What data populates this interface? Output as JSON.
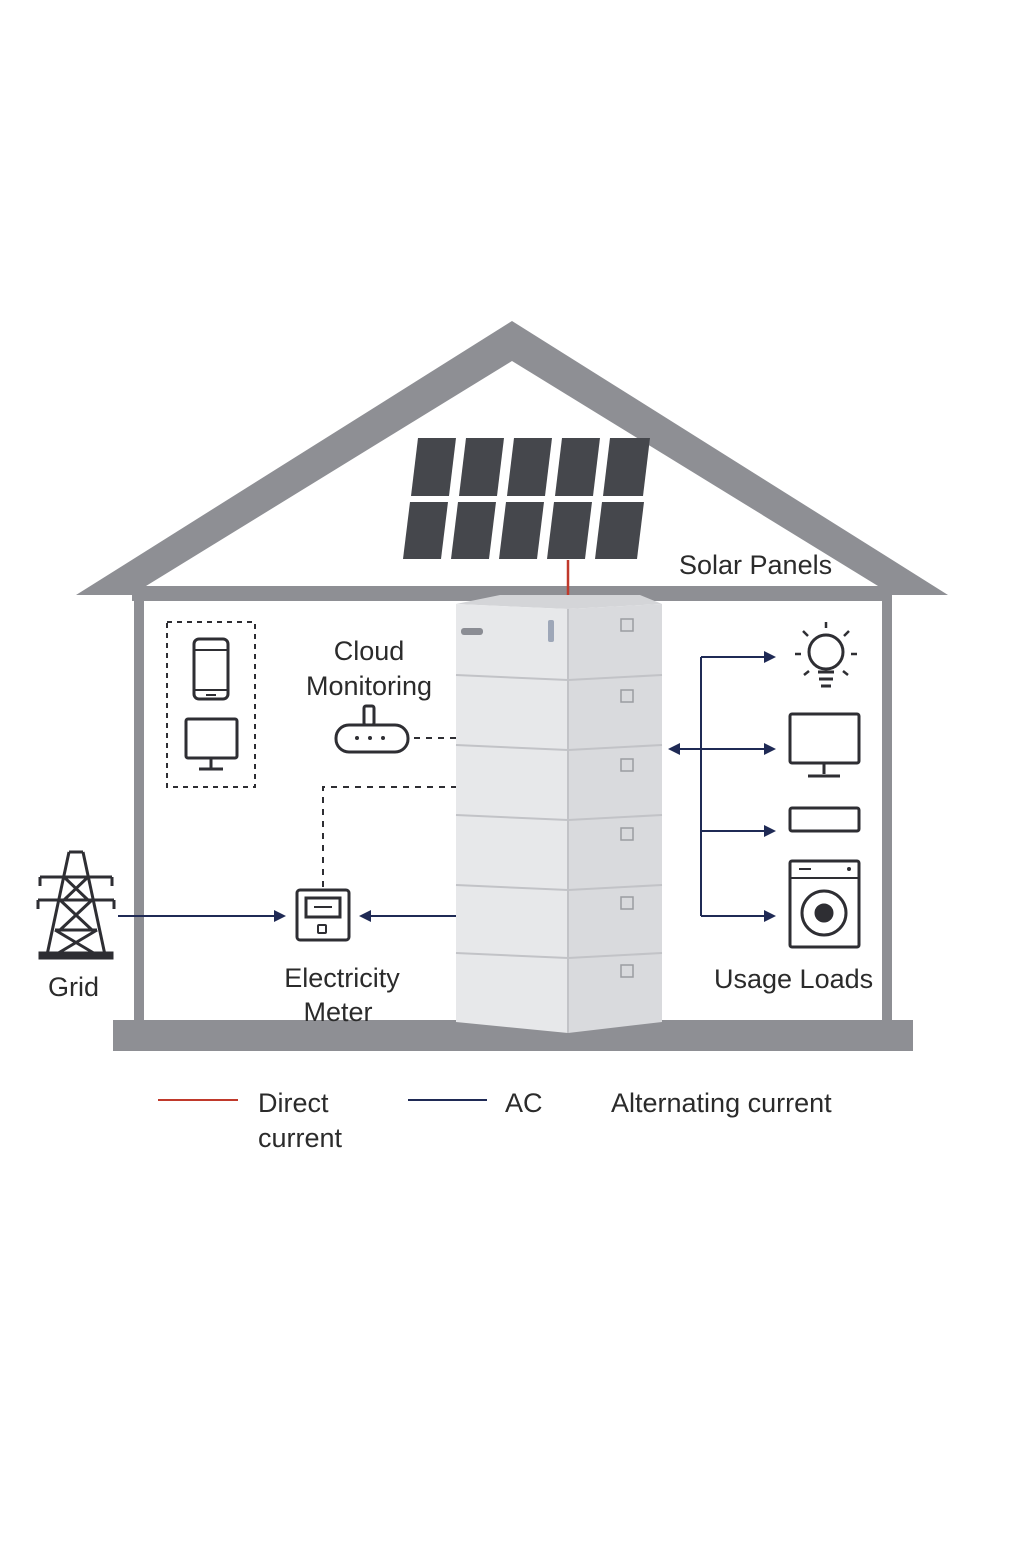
{
  "labels": {
    "solar_panels": "Solar Panels",
    "cloud_monitoring_1": "Cloud",
    "cloud_monitoring_2": "Monitoring",
    "grid": "Grid",
    "electricity_meter_1": "Electricity",
    "electricity_meter_2": "Meter",
    "usage_loads": "Usage Loads"
  },
  "legend": {
    "dc_label_1": "Direct",
    "dc_label_2": "current",
    "ac_label": "AC",
    "ac_desc": "Alternating current"
  },
  "colors": {
    "house": "#8e8f94",
    "dc_line": "#c0392b",
    "ac_line": "#1f2a55",
    "icon": "#2e2e33",
    "battery": "#e2e3e5",
    "panel": "#45474c"
  },
  "icons": [
    "solar-panel-icon",
    "smartphone-icon",
    "monitor-icon",
    "router-icon",
    "transmission-tower-icon",
    "electricity-meter-icon",
    "battery-storage-icon",
    "light-bulb-icon",
    "television-icon",
    "appliance-icon",
    "washing-machine-icon"
  ]
}
